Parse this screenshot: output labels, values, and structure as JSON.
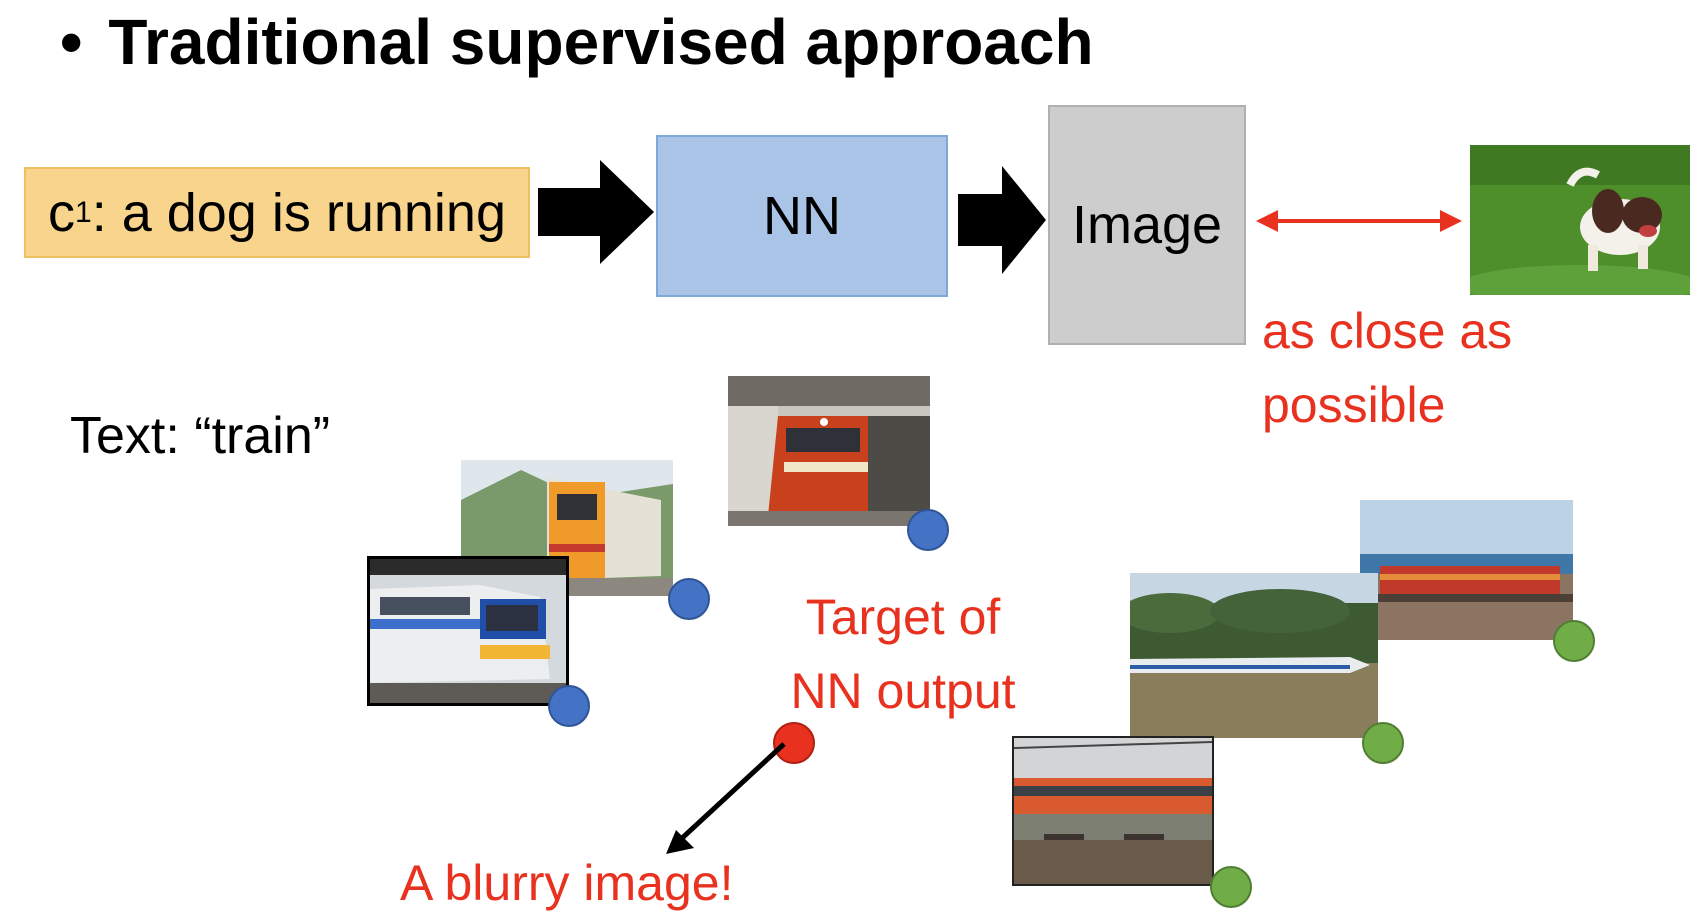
{
  "title": "Traditional supervised approach",
  "title_bullet": "•",
  "caption": {
    "prefix": "c",
    "superscript": "1",
    "text": ": a dog is running"
  },
  "nn_label": "NN",
  "image_label": "Image",
  "close_label": [
    "as close as",
    "possible"
  ],
  "text_label": "Text: “train”",
  "target_label": [
    "Target of",
    "NN output"
  ],
  "blurry_label": "A blurry image!",
  "photos": [
    {
      "name": "dog-photo",
      "subject": "dog running on grass"
    },
    {
      "name": "train-photo-green-platform",
      "subject": "orange train at platform"
    },
    {
      "name": "train-photo-mountain",
      "subject": "orange and white train near mountains"
    },
    {
      "name": "train-photo-blue",
      "subject": "blue and yellow commuter train"
    },
    {
      "name": "train-photo-coast",
      "subject": "red train along coast"
    },
    {
      "name": "train-photo-highspeed",
      "subject": "high-speed train by trees"
    },
    {
      "name": "train-photo-station",
      "subject": "orange train beside station deck"
    }
  ],
  "colors": {
    "caption_fill": "#f8d48c",
    "nn_fill": "#a9c4e6",
    "image_fill": "#cdcdcd",
    "accent_red": "#e8321f",
    "dot_blue": "#4472c4",
    "dot_green": "#70ad47"
  }
}
